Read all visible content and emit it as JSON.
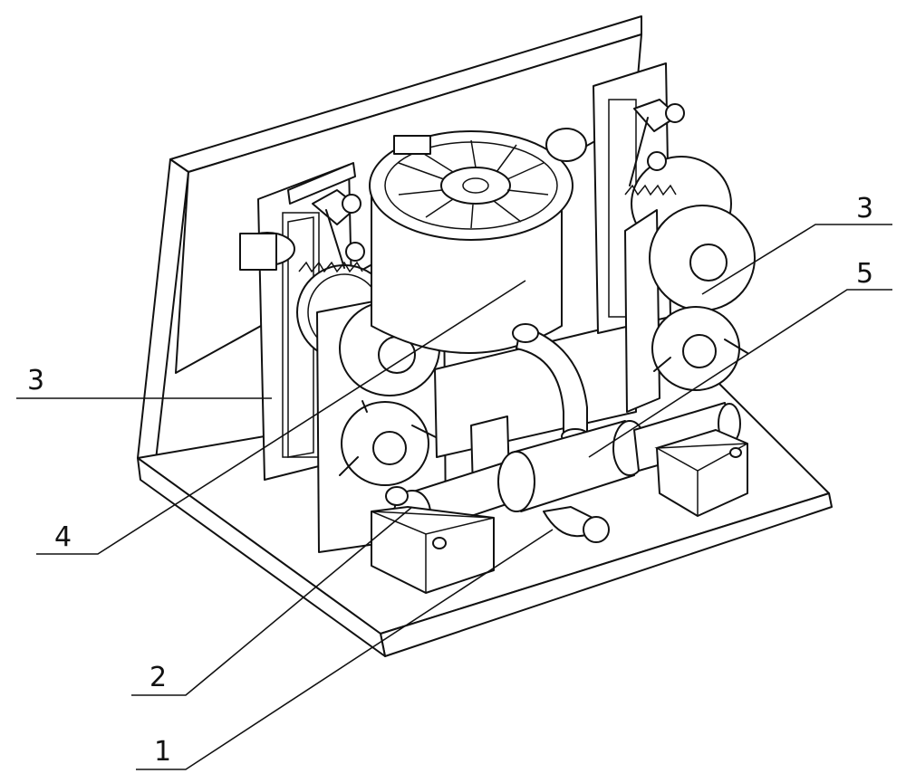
{
  "callouts": {
    "c3_left": "3",
    "c3_right": "3",
    "c5": "5",
    "c4": "4",
    "c2": "2",
    "c1": "1"
  }
}
